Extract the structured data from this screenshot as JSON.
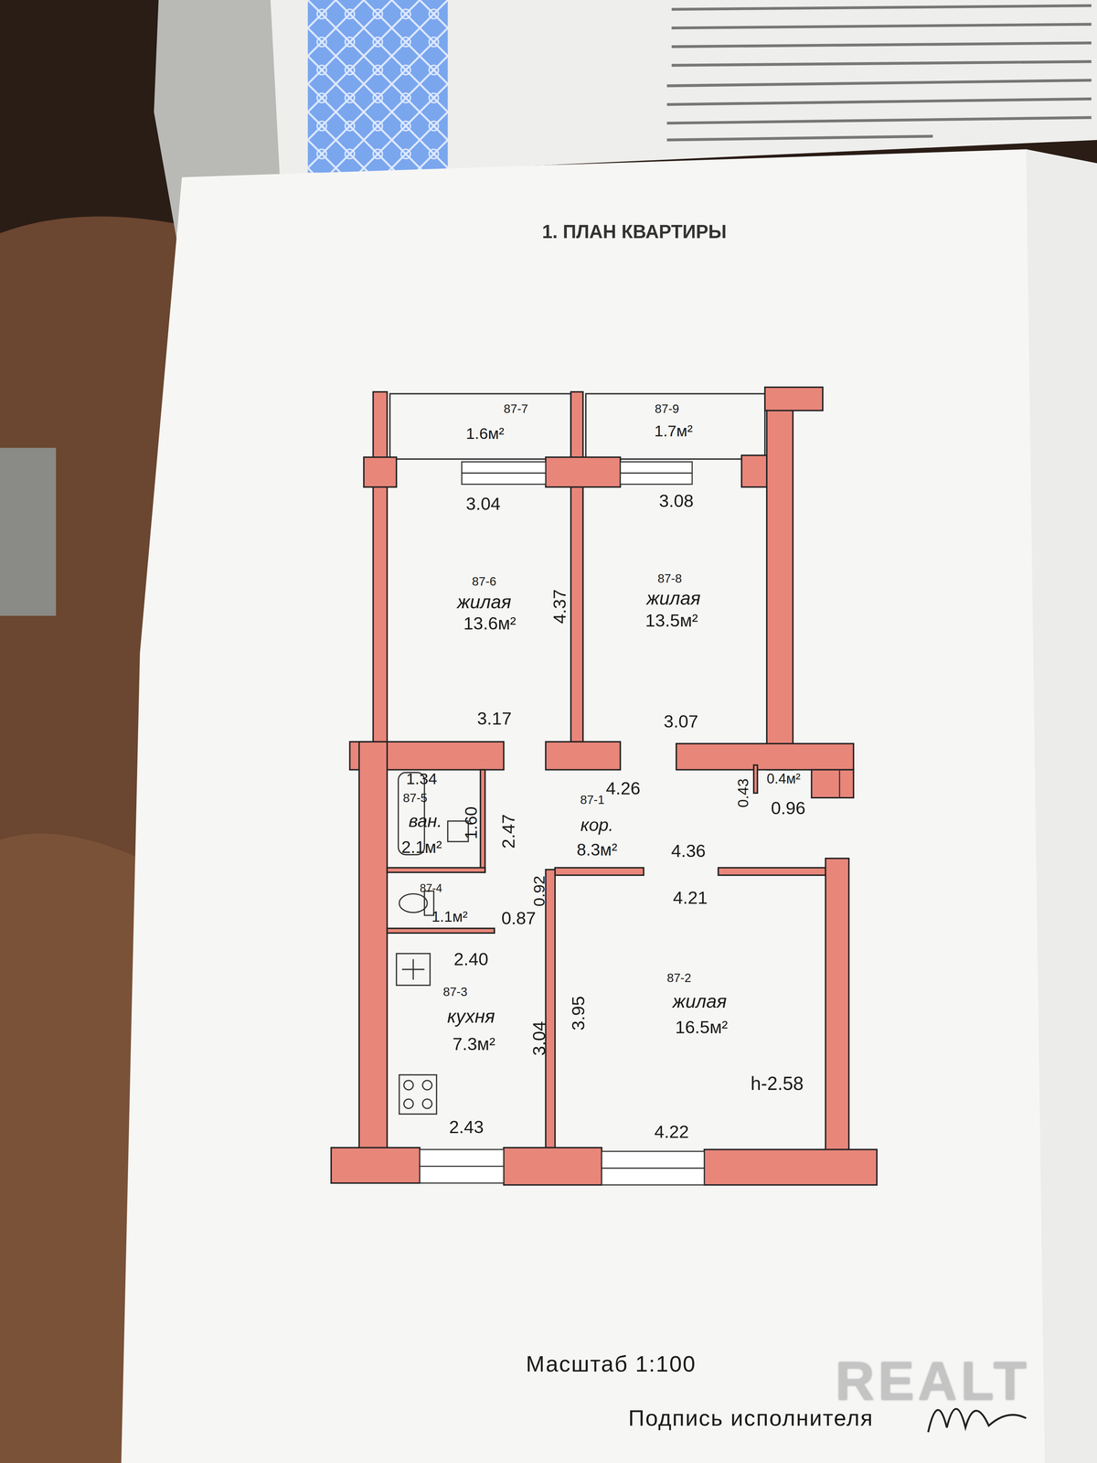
{
  "diagram": {
    "title": "1. ПЛАН КВАРТИРЫ",
    "nodes": [
      {
        "text": [
          "87-7",
          "1.6м²"
        ]
      },
      {
        "text": [
          "87-9",
          "1.7м²"
        ]
      },
      {
        "text": [
          "87-6",
          "жилая",
          "13.6м²"
        ]
      },
      {
        "text": [
          "87-8",
          "жилая",
          "13.5м²"
        ]
      },
      {
        "text": [
          "87-5",
          "ван.",
          "2.1м²"
        ]
      },
      {
        "text": [
          "87-1",
          "кор.",
          "8.3м²"
        ]
      },
      {
        "text": [
          "0.4м²"
        ]
      },
      {
        "text": [
          "87-4",
          "1.1м²"
        ]
      },
      {
        "text": [
          "87-3",
          "кухня",
          "7.3м²"
        ]
      },
      {
        "text": [
          "87-2",
          "жилая",
          "16.5м²"
        ]
      }
    ],
    "labels": [
      "3.04",
      "3.08",
      "4.37",
      "3.17",
      "3.07",
      "1.34",
      "1.60",
      "2.47",
      "4.26",
      "0.43",
      "0.96",
      "4.36",
      "0.92",
      "0.87",
      "4.21",
      "2.40",
      "3.04",
      "3.95",
      "h-2.58",
      "2.43",
      "4.22",
      "Масштаб 1:100",
      "Подпись исполнителя",
      "REALT"
    ]
  }
}
